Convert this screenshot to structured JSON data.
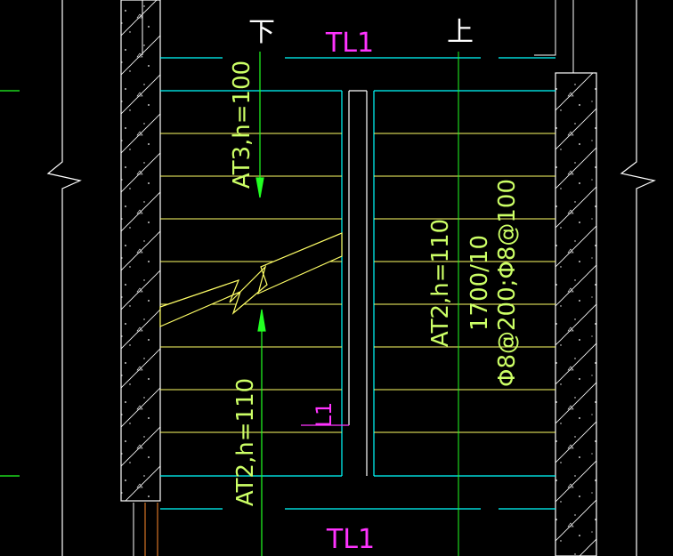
{
  "labels": {
    "down": "下",
    "up": "上",
    "beam_top": "TL1",
    "beam_bottom": "TL1",
    "flight_left_upper": "AT3,h=100",
    "flight_left_lower": "AT2,h=110",
    "flight_right": "AT2,h=110",
    "beam_mid": "L1",
    "width_spec": "1700/10",
    "rebar_spec": "Φ8@200;Φ8@100"
  },
  "colors": {
    "background": "#000000",
    "wall": "#ffffff",
    "beam": "#00ffff",
    "tread": "#ffff66",
    "axis": "#22ff22",
    "label_magenta": "#ff33ff",
    "label_text": "#ccff66",
    "rebar": "#ff8a2b"
  }
}
